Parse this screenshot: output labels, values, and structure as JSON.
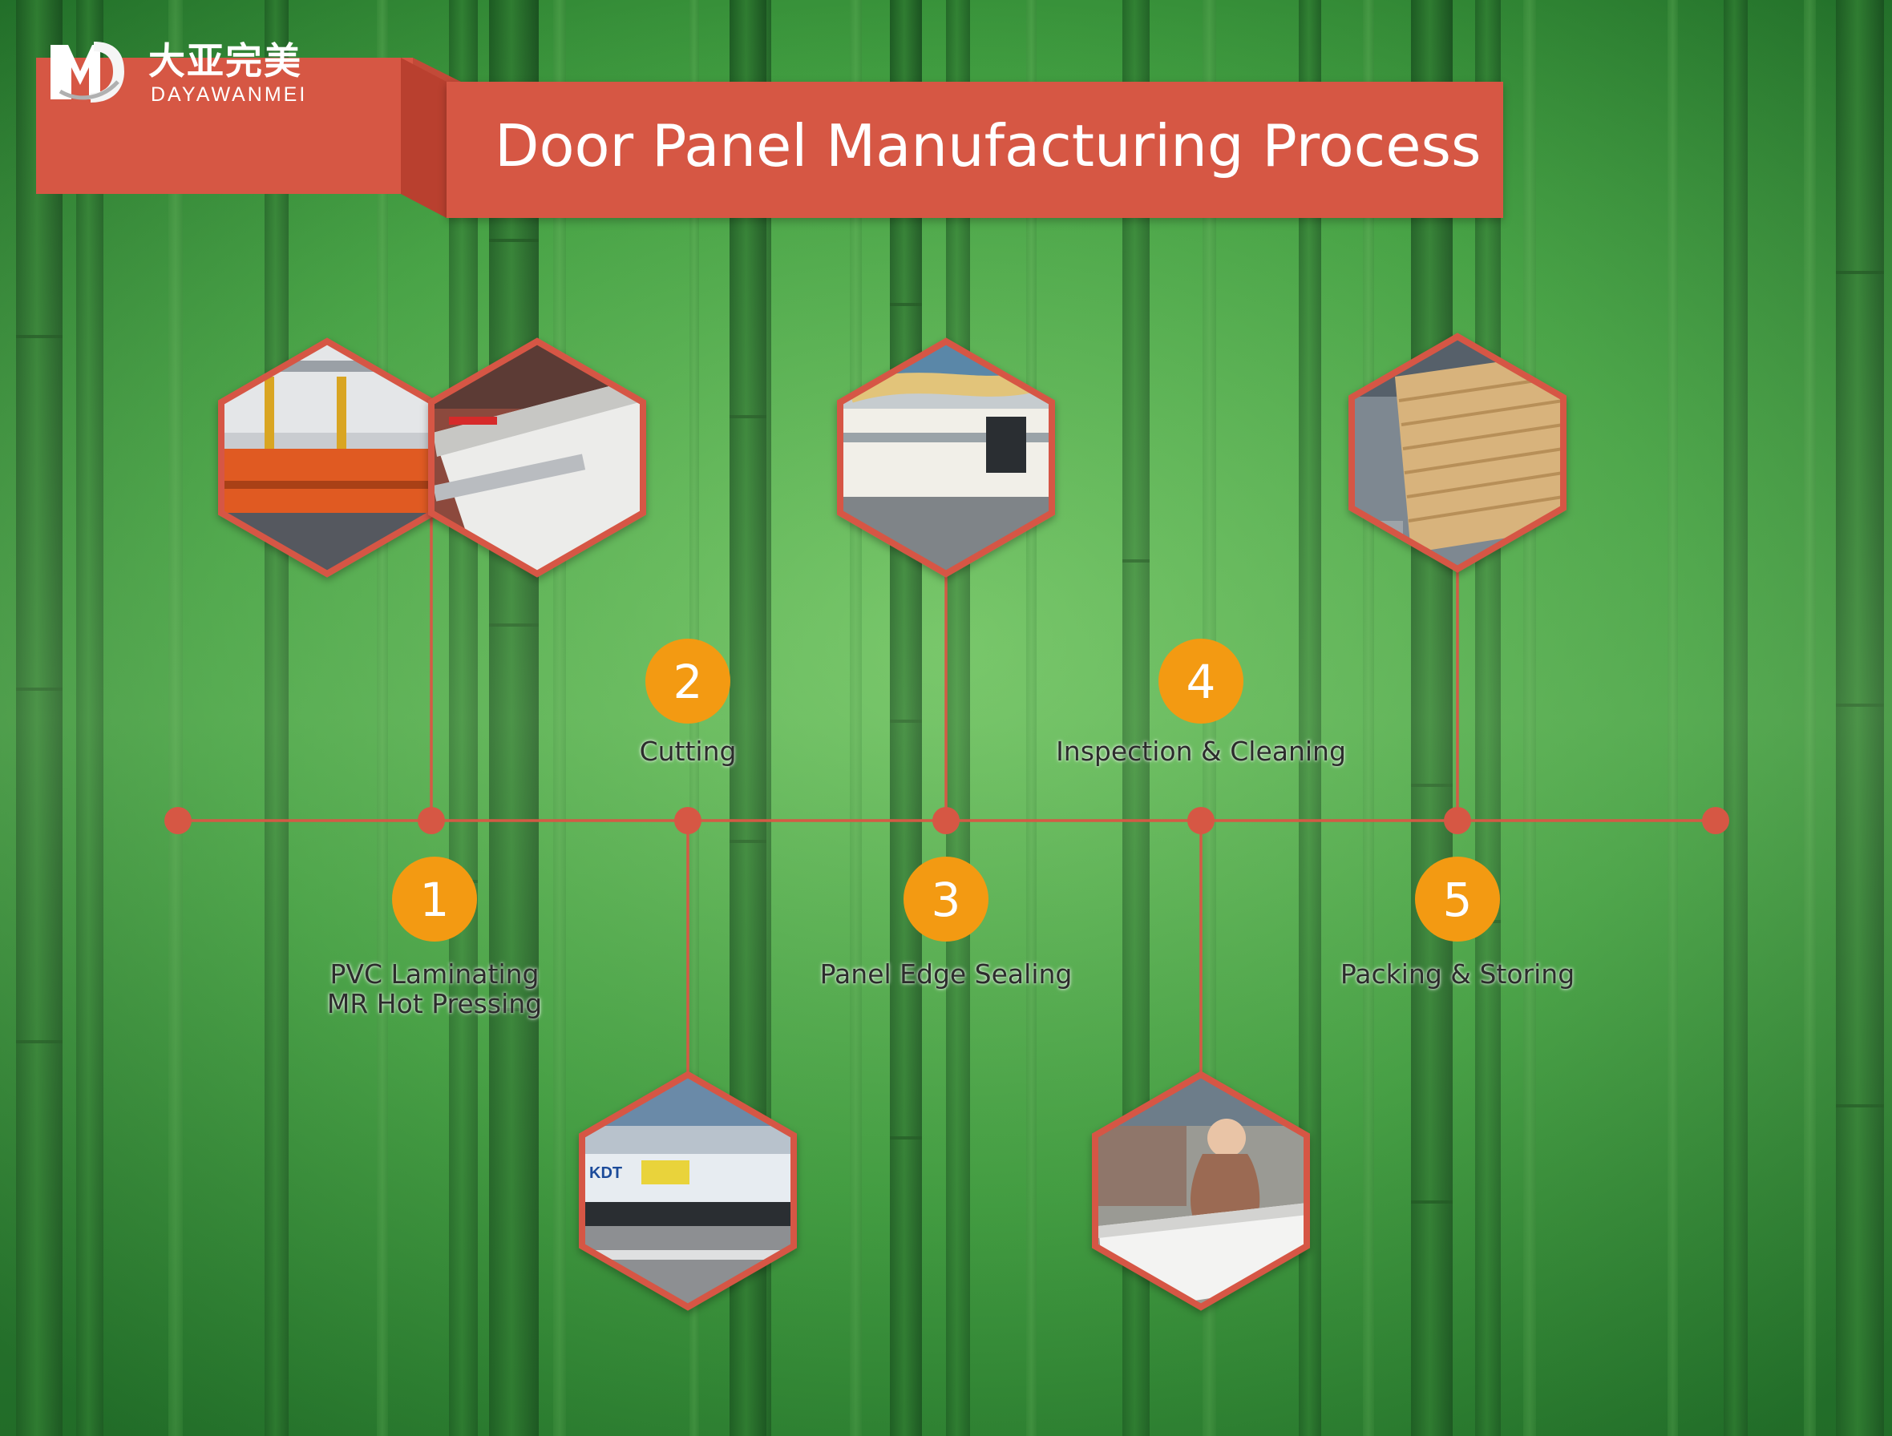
{
  "brand": {
    "name_cn": "大亚完美",
    "name_en": "DAYAWANMEI",
    "logo_icon": "md-logo-icon"
  },
  "title": "Door Panel Manufacturing Process",
  "colors": {
    "banner": "#d65744",
    "banner_dark": "#b9402f",
    "step_circle": "#f39a12",
    "timeline": "#d45a45",
    "background_green": "#3a9a3e"
  },
  "steps": [
    {
      "number": "1",
      "label_lines": [
        "PVC Laminating",
        "MR Hot Pressing"
      ],
      "photos": [
        "laminating-line-photo",
        "pvc-film-roller-photo"
      ]
    },
    {
      "number": "2",
      "label_lines": [
        "Cutting"
      ],
      "photos": [
        "panel-saw-photo"
      ]
    },
    {
      "number": "3",
      "label_lines": [
        "Panel Edge Sealing"
      ],
      "photos": [
        "edge-banding-machine-photo"
      ]
    },
    {
      "number": "4",
      "label_lines": [
        "Inspection & Cleaning"
      ],
      "photos": [
        "worker-inspection-photo"
      ]
    },
    {
      "number": "5",
      "label_lines": [
        "Packing & Storing"
      ],
      "photos": [
        "packed-panels-photo"
      ]
    }
  ]
}
